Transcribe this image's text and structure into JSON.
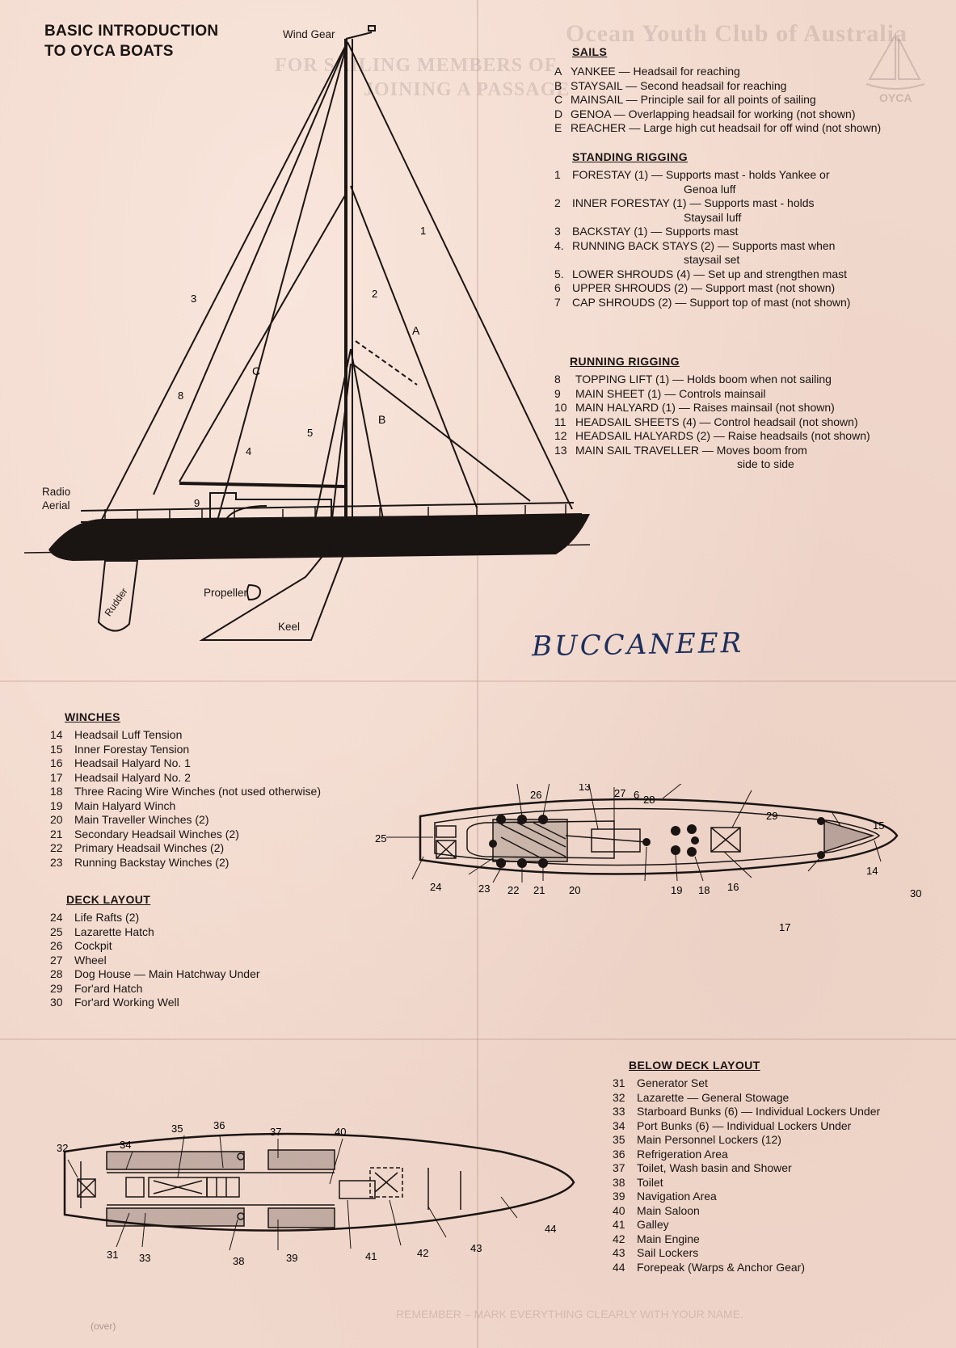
{
  "header": {
    "title_line1": "BASIC INTRODUCTION",
    "title_line2": "TO OYCA BOATS"
  },
  "background_text": {
    "org": "Ocean Youth Club of Australia",
    "logo_label": "OYCA",
    "line1": "FOR SAILING MEMBERS OF",
    "line2": "JOINING A PASSAGE",
    "footer": "REMEMBER – MARK EVERYTHING CLEARLY WITH YOUR NAME.",
    "over": "(over)"
  },
  "handwritten_name": "BUCCANEER",
  "rig_labels": {
    "wind_gear": "Wind Gear",
    "radio_aerial": "Radio\nAerial",
    "rudder": "Rudder",
    "propeller": "Propeller",
    "keel": "Keel",
    "sail_a": "A",
    "sail_b": "B",
    "sail_c": "C",
    "n1": "1",
    "n2": "2",
    "n3": "3",
    "n4": "4",
    "n5": "5",
    "n8": "8",
    "n9": "9"
  },
  "sails": {
    "heading": "SAILS",
    "items": [
      {
        "num": "A",
        "text": "YANKEE — Headsail for reaching"
      },
      {
        "num": "B",
        "text": "STAYSAIL — Second headsail for reaching"
      },
      {
        "num": "C",
        "text": "MAINSAIL — Principle sail for all points of sailing"
      },
      {
        "num": "D",
        "text": "GENOA — Overlapping headsail for working (not shown)"
      },
      {
        "num": "E",
        "text": "REACHER — Large high cut headsail for off wind (not shown)"
      }
    ]
  },
  "standing_rigging": {
    "heading": "STANDING RIGGING",
    "items": [
      {
        "num": "1",
        "text": "FORESTAY (1) — Supports mast - holds Yankee or",
        "cont": "Genoa luff"
      },
      {
        "num": "2",
        "text": "INNER FORESTAY (1) — Supports mast - holds",
        "cont": "Staysail luff"
      },
      {
        "num": "3",
        "text": "BACKSTAY (1) — Supports mast",
        "cont": ""
      },
      {
        "num": "4.",
        "text": "RUNNING BACK STAYS (2) — Supports mast when",
        "cont": "staysail set"
      },
      {
        "num": "5.",
        "text": "LOWER SHROUDS (4) — Set up and strengthen mast",
        "cont": ""
      },
      {
        "num": "6",
        "text": "UPPER SHROUDS (2) — Support mast (not shown)",
        "cont": ""
      },
      {
        "num": "7",
        "text": "CAP SHROUDS (2) — Support top of mast (not shown)",
        "cont": ""
      }
    ]
  },
  "running_rigging": {
    "heading": "RUNNING RIGGING",
    "items": [
      {
        "num": "8",
        "text": "TOPPING LIFT (1) — Holds boom when not sailing",
        "cont": ""
      },
      {
        "num": "9",
        "text": "MAIN SHEET (1) — Controls mainsail",
        "cont": ""
      },
      {
        "num": "10",
        "text": "MAIN HALYARD (1) — Raises mainsail (not shown)",
        "cont": ""
      },
      {
        "num": "11",
        "text": "HEADSAIL SHEETS (4) — Control headsail (not shown)",
        "cont": ""
      },
      {
        "num": "12",
        "text": "HEADSAIL HALYARDS (2) — Raise headsails (not shown)",
        "cont": ""
      },
      {
        "num": "13",
        "text": "MAIN SAIL TRAVELLER — Moves boom from",
        "cont": "side to side"
      }
    ]
  },
  "winches": {
    "heading": "WINCHES",
    "items": [
      {
        "num": "14",
        "text": "Headsail Luff Tension"
      },
      {
        "num": "15",
        "text": "Inner Forestay Tension"
      },
      {
        "num": "16",
        "text": "Headsail Halyard No. 1"
      },
      {
        "num": "17",
        "text": "Headsail Halyard No. 2"
      },
      {
        "num": "18",
        "text": "Three Racing Wire Winches (not used otherwise)"
      },
      {
        "num": "19",
        "text": "Main Halyard Winch"
      },
      {
        "num": "20",
        "text": "Main Traveller Winches (2)"
      },
      {
        "num": "21",
        "text": "Secondary Headsail Winches (2)"
      },
      {
        "num": "22",
        "text": "Primary Headsail Winches (2)"
      },
      {
        "num": "23",
        "text": "Running Backstay Winches (2)"
      }
    ]
  },
  "deck_layout": {
    "heading": "DECK LAYOUT",
    "items": [
      {
        "num": "24",
        "text": "Life Rafts (2)"
      },
      {
        "num": "25",
        "text": "Lazarette Hatch"
      },
      {
        "num": "26",
        "text": "Cockpit"
      },
      {
        "num": "27",
        "text": "Wheel"
      },
      {
        "num": "28",
        "text": "Dog House — Main Hatchway Under"
      },
      {
        "num": "29",
        "text": "For'ard Hatch"
      },
      {
        "num": "30",
        "text": "For'ard Working Well"
      }
    ]
  },
  "below_deck_layout": {
    "heading": "BELOW DECK LAYOUT",
    "items": [
      {
        "num": "31",
        "text": "Generator Set"
      },
      {
        "num": "32",
        "text": "Lazarette — General Stowage"
      },
      {
        "num": "33",
        "text": "Starboard Bunks (6) — Individual Lockers Under"
      },
      {
        "num": "34",
        "text": "Port Bunks (6) — Individual Lockers Under"
      },
      {
        "num": "35",
        "text": "Main Personnel Lockers (12)"
      },
      {
        "num": "36",
        "text": "Refrigeration Area"
      },
      {
        "num": "37",
        "text": "Toilet, Wash basin and Shower"
      },
      {
        "num": "38",
        "text": "Toilet"
      },
      {
        "num": "39",
        "text": "Navigation Area"
      },
      {
        "num": "40",
        "text": "Main Saloon"
      },
      {
        "num": "41",
        "text": "Galley"
      },
      {
        "num": "42",
        "text": "Main Engine"
      },
      {
        "num": "43",
        "text": "Sail Lockers"
      },
      {
        "num": "44",
        "text": "Forepeak (Warps & Anchor Gear)"
      }
    ]
  },
  "deck_callouts": {
    "c6": "6",
    "c13": "13",
    "c14": "14",
    "c15": "15",
    "c16": "16",
    "c17": "17",
    "c18": "18",
    "c19": "19",
    "c20": "20",
    "c21": "21",
    "c22": "22",
    "c23": "23",
    "c24": "24",
    "c25": "25",
    "c26": "26",
    "c27": "27",
    "c28": "28",
    "c29": "29",
    "c30": "30"
  },
  "below_callouts": {
    "c31": "31",
    "c32": "32",
    "c33": "33",
    "c34": "34",
    "c35": "35",
    "c36": "36",
    "c37": "37",
    "c38": "38",
    "c39": "39",
    "c40": "40",
    "c41": "41",
    "c42": "42",
    "c43": "43",
    "c44": "44"
  }
}
